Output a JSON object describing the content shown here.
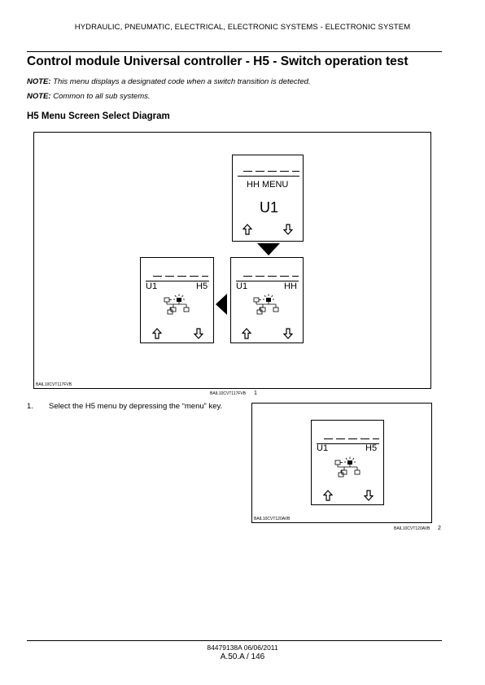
{
  "header": {
    "text": "HYDRAULIC, PNEUMATIC, ELECTRICAL, ELECTRONIC SYSTEMS - ELECTRONIC SYSTEM"
  },
  "title": "Control module Universal controller - H5 - Switch operation test",
  "notes": [
    {
      "label": "NOTE:",
      "text": "This menu displays a designated code when a switch transition is detected."
    },
    {
      "label": "NOTE:",
      "text": "Common to all sub systems."
    }
  ],
  "section_heading": "H5 Menu Screen Select Diagram",
  "figure1": {
    "code_inner": "BAIL10CVT117FVB",
    "code_caption": "BAIL10CVT117FVB",
    "number": "1",
    "screen_top": {
      "line1": "HH MENU",
      "line2": "U1"
    },
    "screen_right": {
      "left": "U1",
      "right": "HH"
    },
    "screen_left": {
      "left": "U1",
      "right": "H5"
    }
  },
  "steps": [
    {
      "number": "1.",
      "text": "Select the H5 menu by depressing the “menu” key."
    }
  ],
  "figure2": {
    "code_inner": "BAIL10CVT120AVB",
    "code_caption": "BAIL10CVT120AVB",
    "number": "2",
    "screen": {
      "left": "U1",
      "right": "H5"
    }
  },
  "footer": {
    "code": "84479138A 06/06/2011",
    "page": "A.50.A / 146"
  },
  "icons": [
    "up-arrow-icon",
    "down-arrow-icon",
    "network-switch-icon",
    "triangle-down-icon",
    "triangle-left-icon"
  ]
}
